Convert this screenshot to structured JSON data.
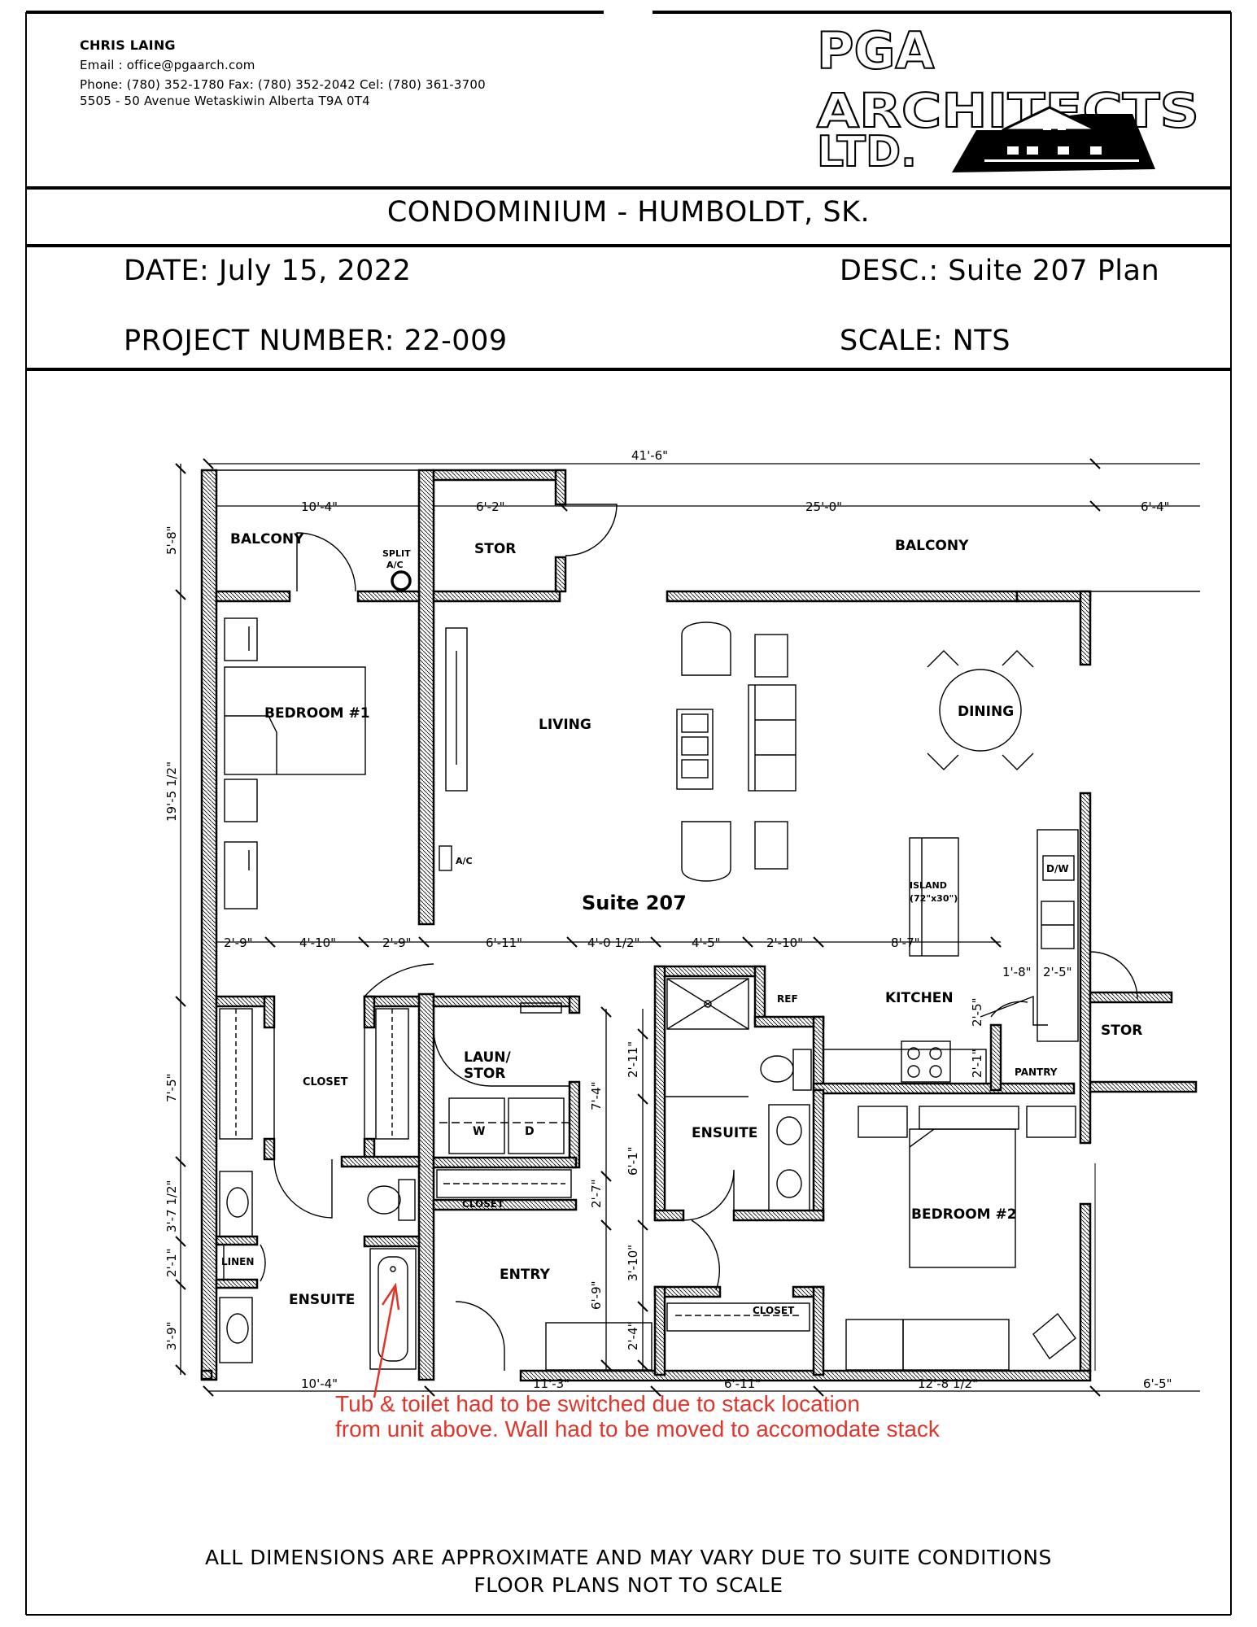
{
  "firm": {
    "contact_name": "CHRIS LAING",
    "email": "Email : office@pgaarch.com",
    "phone": "Phone: (780) 352-1780 Fax: (780) 352-2042 Cel: (780) 361-3700",
    "address": "5505 - 50 Avenue  Wetaskiwin Alberta  T9A 0T4",
    "logo_text": [
      "PGA",
      "ARCHITECTS",
      "LTD."
    ],
    "logo_icon": "house-silhouette-icon"
  },
  "title_block": {
    "project": "CONDOMINIUM - HUMBOLDT, SK.",
    "date": "DATE: July 15, 2022",
    "description": "DESC.: Suite 207 Plan",
    "project_number": "PROJECT NUMBER: 22-009",
    "scale": "SCALE: NTS"
  },
  "plan": {
    "suite_label": "Suite 207",
    "rooms": {
      "balcony_left": "BALCONY",
      "split_ac": "SPLIT A/C",
      "stor_top": "STOR",
      "balcony_right": "BALCONY",
      "bedroom1": "BEDROOM #1",
      "living": "LIVING",
      "dining": "DINING",
      "ac": "A/C",
      "island": "ISLAND (72\"x30\")",
      "dw": "D/W",
      "closet1": "CLOSET",
      "laun": "LAUN/ STOR",
      "washer": "W",
      "dryer": "D",
      "closet2": "CLOSET",
      "ensuite1": "ENSUITE",
      "linen": "LINEN",
      "entry": "ENTRY",
      "ensuite2": "ENSUITE",
      "ref": "REF",
      "kitchen": "KITCHEN",
      "pantry": "PANTRY",
      "stor_right": "STOR",
      "bedroom2": "BEDROOM #2",
      "closet3": "CLOSET"
    },
    "dims": {
      "overall_top": "41'-6\"",
      "top_1": "10'-4\"",
      "top_2": "6'-2\"",
      "top_3": "25'-0\"",
      "top_4": "6'-4\"",
      "mid_1": "2'-9\"",
      "mid_2": "4'-10\"",
      "mid_3": "2'-9\"",
      "mid_4": "6'-11\"",
      "mid_5": "4'-0 1/2\"",
      "mid_6": "4'-5\"",
      "mid_7": "2'-10\"",
      "mid_8": "8'-7\"",
      "mid_9": "1'-8\"",
      "mid_10": "2'-5\"",
      "bot_1": "10'-4\"",
      "bot_2": "11'-3\"",
      "bot_3": "6'-11\"",
      "bot_4": "12'-8 1/2\"",
      "bot_5": "6'-5\"",
      "left_1": "5'-8\"",
      "left_2": "19'-5 1/2\"",
      "left_3": "7'-5\"",
      "left_4": "3'-7 1/2\"",
      "left_5": "2'-1\"",
      "left_6": "3'-9\"",
      "inner_1": "7'-4\"",
      "inner_2": "2'-7\"",
      "inner_3": "6'-9\"",
      "inner_4": "2'-11\"",
      "inner_5": "6'-1\"",
      "inner_6": "3'-10\"",
      "inner_7": "2'-4\"",
      "inner_8": "2'-5\"",
      "inner_9": "2'-1\""
    }
  },
  "annotation": {
    "line1": "Tub & toilet had to be switched due to stack location",
    "line2": "from unit above. Wall had to be moved to accomodate stack",
    "color": "#e0352b"
  },
  "footer": {
    "line1": "ALL DIMENSIONS ARE APPROXIMATE AND MAY VARY DUE TO SUITE CONDITIONS",
    "line2": "FLOOR PLANS NOT TO SCALE"
  }
}
